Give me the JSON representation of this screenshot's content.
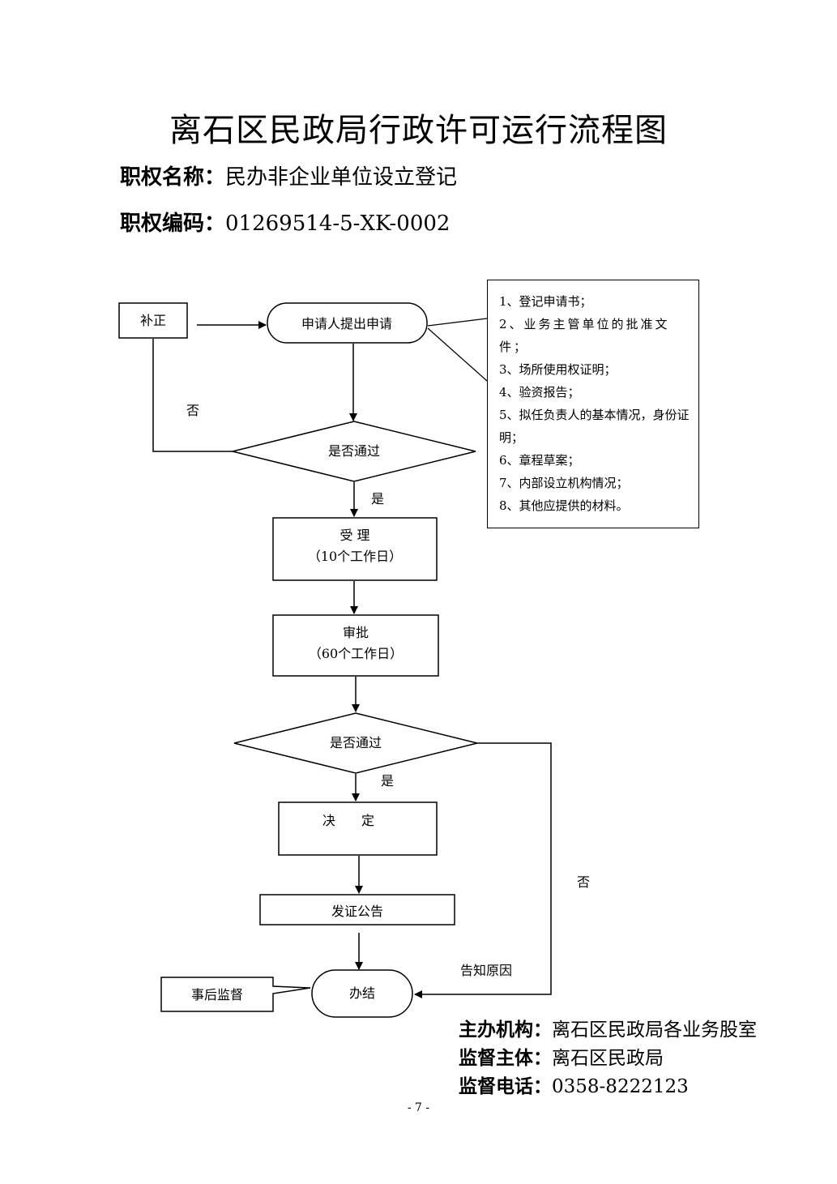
{
  "title": "离石区民政局行政许可运行流程图",
  "meta": {
    "name_label": "职权名称：",
    "name_value": "民办非企业单位设立登记",
    "code_label": "职权编码：",
    "code_value": "01269514-5-XK-0002"
  },
  "nodes": {
    "correction": "补正",
    "apply": "申请人提出申请",
    "decision1": "是否通过",
    "accept_title": "受 理",
    "accept_days": "（10个工作日）",
    "approve_title": "审批",
    "approve_days": "（60个工作日）",
    "decision2": "是否通过",
    "decide": "决　　定",
    "certificate": "发证公告",
    "finish": "办结",
    "supervise": "事后监督"
  },
  "edge_labels": {
    "no1": "否",
    "yes1": "是",
    "yes2": "是",
    "no2": "否",
    "reason": "告知原因"
  },
  "materials": [
    "1、登记申请书；",
    "2、业务主管单位的批准文件；",
    "3、场所使用权证明；",
    "4、验资报告；",
    "5、拟任负责人的基本情况，身份证明；",
    "6、章程草案；",
    "7、内部设立机构情况；",
    "8、其他应提供的材料。"
  ],
  "footer": {
    "org_label": "主办机构：",
    "org_value": "离石区民政局各业务股室",
    "sup_label": "监督主体：",
    "sup_value": "离石区民政局",
    "tel_label": "监督电话：",
    "tel_value": "0358-8222123"
  },
  "page_number": "- 7 -"
}
